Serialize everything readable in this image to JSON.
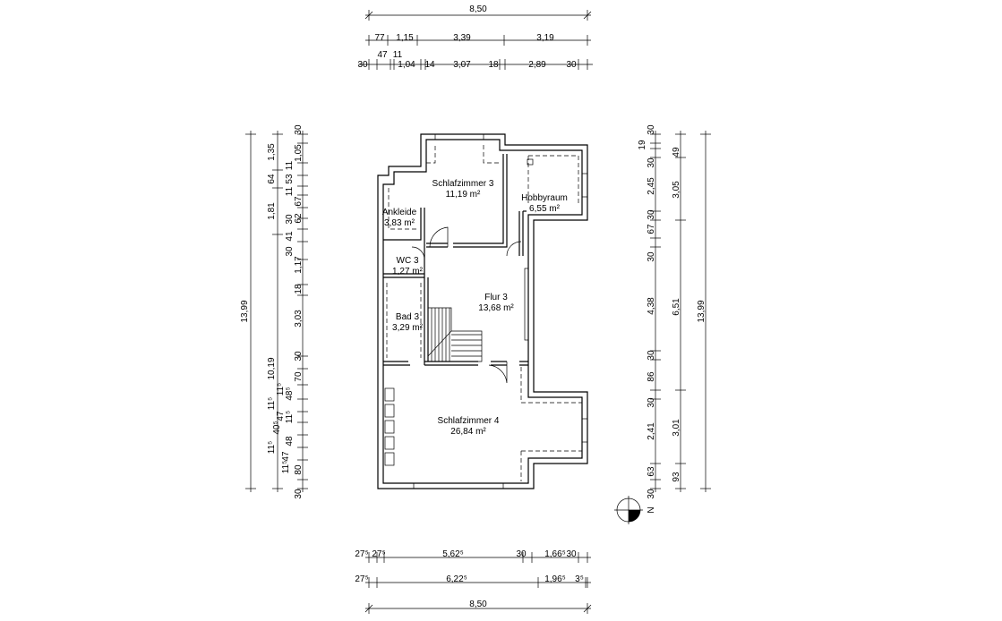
{
  "plan": {
    "rooms": [
      {
        "name": "Schlafzimmer 3",
        "area": "11,19 m²"
      },
      {
        "name": "Hobbyraum",
        "area": "6,55 m²"
      },
      {
        "name": "Ankleide",
        "area": "3,83 m²"
      },
      {
        "name": "WC 3",
        "area": "1,27 m²"
      },
      {
        "name": "Flur 3",
        "area": "13,68 m²"
      },
      {
        "name": "Bad 3",
        "area": "3,29 m²"
      },
      {
        "name": "Schlafzimmer 4",
        "area": "26,84 m²"
      }
    ],
    "north_label": "N"
  },
  "dims": {
    "top": {
      "overall": "8,50",
      "row2": [
        "77",
        "1,15",
        "3,39",
        "3,19"
      ],
      "row3_upper": [
        "47",
        "11"
      ],
      "row3": [
        "30",
        "1,04",
        "14",
        "3,07",
        "18",
        "2,89",
        "30"
      ]
    },
    "bottom": {
      "row1": [
        "27⁵",
        "27⁵",
        "5,62⁵",
        "30",
        "1,66⁵",
        "30"
      ],
      "row2": [
        "27⁵",
        "6,22⁵",
        "1,96⁵",
        "3⁵"
      ],
      "overall": "8,50"
    },
    "left": {
      "overall": "13,99",
      "sub": "10,19",
      "col_a": [
        "1,35",
        "64",
        "1,81",
        "11⁵",
        "40⁵",
        "11⁵",
        "47",
        "11⁵"
      ],
      "col_b": [
        "30",
        "1,05",
        "11",
        "53",
        "11",
        "67",
        "62",
        "30",
        "41",
        "30",
        "1,17",
        "18",
        "3,03",
        "30",
        "70",
        "48⁵",
        "11⁵",
        "47",
        "11⁵",
        "48",
        "80",
        "30"
      ]
    },
    "right": {
      "col_a": [
        "30",
        "19",
        "30",
        "2,45",
        "30",
        "67",
        "30",
        "4,38",
        "30",
        "86",
        "30",
        "2,41",
        "63",
        "30"
      ],
      "col_b": [
        "49",
        "3,05",
        "6,51",
        "3,01",
        "93"
      ],
      "overall": "13,99"
    }
  }
}
